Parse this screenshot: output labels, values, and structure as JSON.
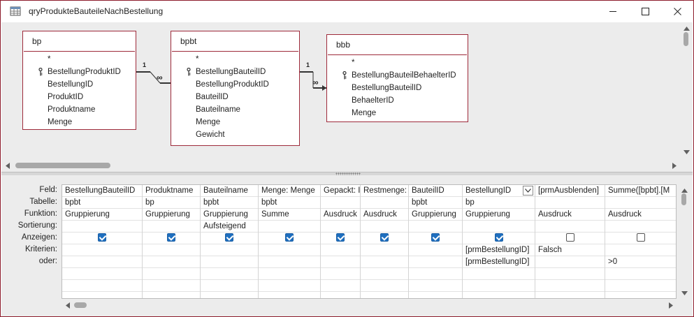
{
  "window": {
    "title": "qryProdukteBauteileNachBestellung",
    "icon": "query-icon",
    "border_color": "#8c1c2b"
  },
  "tables": [
    {
      "name": "bp",
      "fields": [
        {
          "label": "*",
          "key": false
        },
        {
          "label": "BestellungProduktID",
          "key": true
        },
        {
          "label": "BestellungID",
          "key": false
        },
        {
          "label": "ProduktID",
          "key": false
        },
        {
          "label": "Produktname",
          "key": false
        },
        {
          "label": "Menge",
          "key": false
        }
      ]
    },
    {
      "name": "bpbt",
      "fields": [
        {
          "label": "*",
          "key": false
        },
        {
          "label": "BestellungBauteilID",
          "key": true
        },
        {
          "label": "BestellungProduktID",
          "key": false
        },
        {
          "label": "BauteilID",
          "key": false
        },
        {
          "label": "Bauteilname",
          "key": false
        },
        {
          "label": "Menge",
          "key": false
        },
        {
          "label": "Gewicht",
          "key": false
        }
      ]
    },
    {
      "name": "bbb",
      "fields": [
        {
          "label": "*",
          "key": false
        },
        {
          "label": "BestellungBauteilBehaelterID",
          "key": true
        },
        {
          "label": "BestellungBauteilID",
          "key": false
        },
        {
          "label": "BehaelterID",
          "key": false
        },
        {
          "label": "Menge",
          "key": false
        }
      ]
    }
  ],
  "relations": [
    {
      "one": "1",
      "many": "∞"
    },
    {
      "one": "1",
      "many": "∞"
    }
  ],
  "grid": {
    "row_labels": [
      "Feld:",
      "Tabelle:",
      "Funktion:",
      "Sortierung:",
      "Anzeigen:",
      "Kriterien:",
      "oder:"
    ],
    "columns": [
      {
        "field": "BestellungBauteilID",
        "table": "bpbt",
        "function": "Gruppierung",
        "sort": "",
        "show": true,
        "criteria": "",
        "or": ""
      },
      {
        "field": "Produktname",
        "table": "bp",
        "function": "Gruppierung",
        "sort": "",
        "show": true,
        "criteria": "",
        "or": ""
      },
      {
        "field": "Bauteilname",
        "table": "bpbt",
        "function": "Gruppierung",
        "sort": "Aufsteigend",
        "show": true,
        "criteria": "",
        "or": ""
      },
      {
        "field": "Menge: Menge",
        "table": "bpbt",
        "function": "Summe",
        "sort": "",
        "show": true,
        "criteria": "",
        "or": ""
      },
      {
        "field": "Gepackt: I",
        "table": "",
        "function": "Ausdruck",
        "sort": "",
        "show": true,
        "criteria": "",
        "or": ""
      },
      {
        "field": "Restmenge:",
        "table": "",
        "function": "Ausdruck",
        "sort": "",
        "show": true,
        "criteria": "",
        "or": ""
      },
      {
        "field": "BauteilID",
        "table": "bpbt",
        "function": "Gruppierung",
        "sort": "",
        "show": true,
        "criteria": "",
        "or": ""
      },
      {
        "field": "BestellungID",
        "table": "bp",
        "function": "Gruppierung",
        "sort": "",
        "show": true,
        "criteria": "[prmBestellungID]",
        "or": "[prmBestellungID]"
      },
      {
        "field": "[prmAusblenden]",
        "table": "",
        "function": "Ausdruck",
        "sort": "",
        "show": false,
        "criteria": "Falsch",
        "or": ""
      },
      {
        "field": "Summe([bpbt].[M",
        "table": "",
        "function": "Ausdruck",
        "sort": "",
        "show": false,
        "criteria": "",
        "or": ">0"
      }
    ]
  },
  "colors": {
    "accent": "#1f6fbf",
    "table_border": "#9e2a3a",
    "design_bg": "#ececec"
  }
}
